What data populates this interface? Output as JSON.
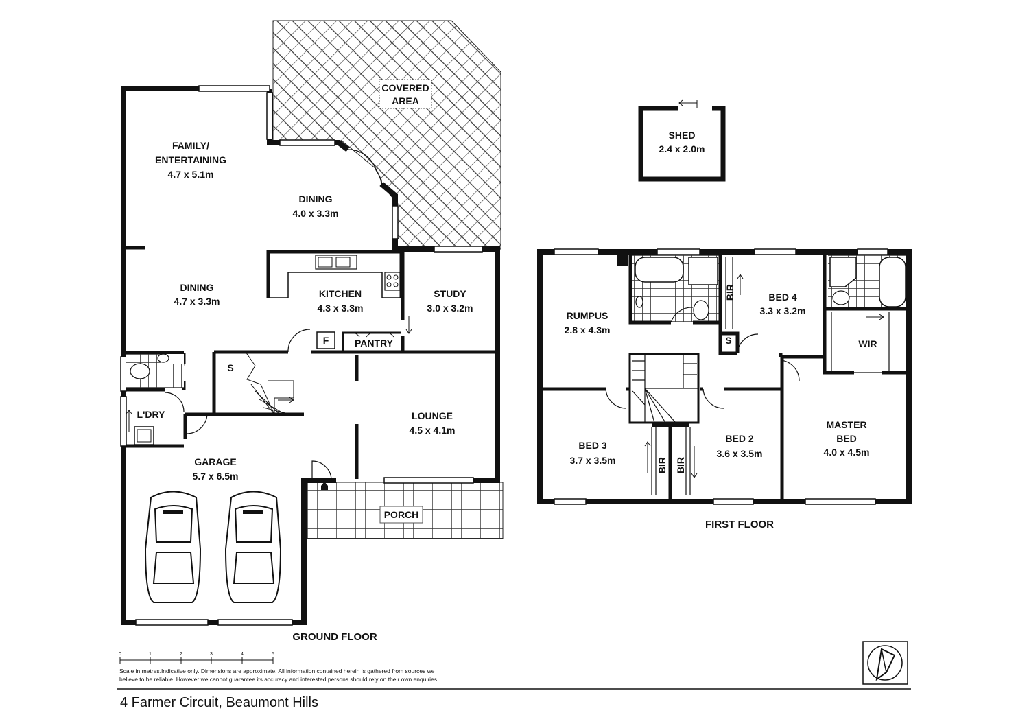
{
  "ground_floor": {
    "title": "GROUND FLOOR",
    "rooms": {
      "family": {
        "line1": "FAMILY/",
        "line2": "ENTERTAINING",
        "dims": "4.7 x 5.1m"
      },
      "dining_upper": {
        "name": "DINING",
        "dims": "4.0 x 3.3m"
      },
      "dining_lower": {
        "name": "DINING",
        "dims": "4.7 x 3.3m"
      },
      "kitchen": {
        "name": "KITCHEN",
        "dims": "4.3 x 3.3m"
      },
      "study": {
        "name": "STUDY",
        "dims": "3.0 x 3.2m"
      },
      "lounge": {
        "name": "LOUNGE",
        "dims": "4.5 x 4.1m"
      },
      "garage": {
        "name": "GARAGE",
        "dims": "5.7 x 6.5m"
      },
      "laundry": {
        "name": "L'DRY"
      }
    },
    "labels": {
      "covered_line1": "COVERED",
      "covered_line2": "AREA",
      "porch": "PORCH",
      "pantry": "PANTRY",
      "fridge": "F",
      "storage": "S"
    }
  },
  "first_floor": {
    "title": "FIRST FLOOR",
    "rooms": {
      "rumpus": {
        "name": "RUMPUS",
        "dims": "2.8 x 4.3m"
      },
      "bed4": {
        "name": "BED 4",
        "dims": "3.3 x 3.2m"
      },
      "bed3": {
        "name": "BED 3",
        "dims": "3.7 x 3.5m"
      },
      "bed2": {
        "name": "BED 2",
        "dims": "3.6 x 3.5m"
      },
      "master": {
        "line1": "MASTER",
        "line2": "BED",
        "dims": "4.0 x 4.5m"
      },
      "wir": {
        "name": "WIR"
      }
    },
    "labels": {
      "bir": "BIR",
      "storage": "S"
    }
  },
  "shed": {
    "name": "SHED",
    "dims": "2.4 x 2.0m"
  },
  "scale": {
    "ticks": [
      "0",
      "1",
      "2",
      "3",
      "4",
      "5"
    ],
    "disclaimer_line1": "Scale in metres.Indicative only. Dimensions are approximate. All information contained herein is gathered from sources we",
    "disclaimer_line2": "believe to be reliable. However we cannot guarantee its accuracy and interested persons should rely on their own enquiries"
  },
  "address": "4 Farmer Circuit, Beaumont Hills",
  "icons": {
    "compass": "north-arrow-icon",
    "car": "car-icon"
  },
  "colors": {
    "ink": "#111111",
    "paper": "#ffffff"
  }
}
